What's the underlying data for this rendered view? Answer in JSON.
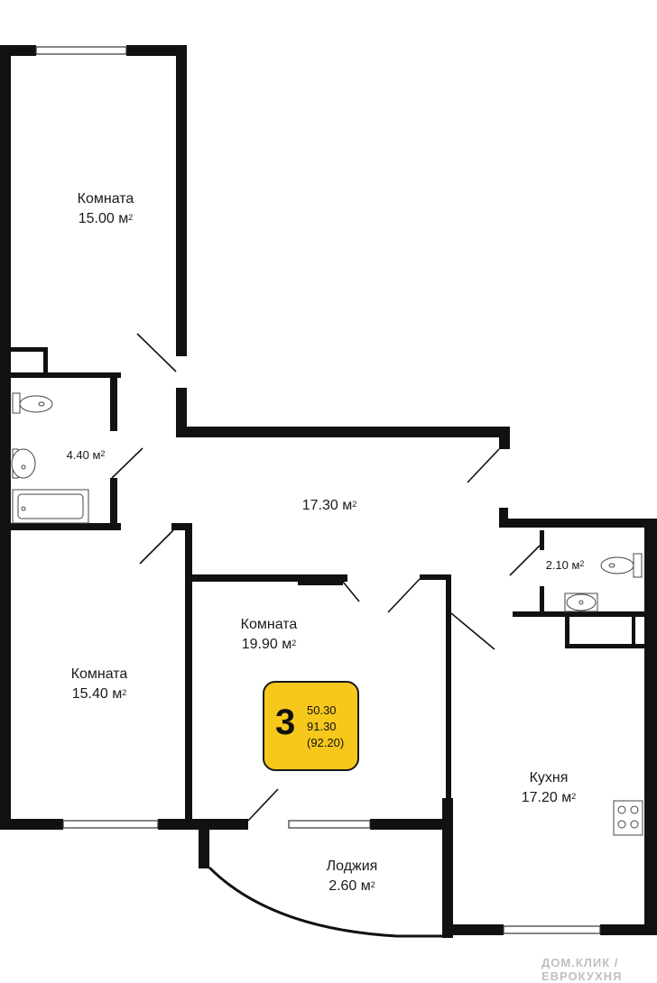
{
  "rooms": {
    "room1": {
      "name": "Комната",
      "area": "15.00 м",
      "sup": "2"
    },
    "wc": {
      "area": "4.40 м",
      "sup": "2"
    },
    "hall": {
      "area": "17.30 м",
      "sup": "2"
    },
    "wc2": {
      "area": "2.10 м",
      "sup": "2"
    },
    "room2": {
      "name": "Комната",
      "area": "19.90 м",
      "sup": "2"
    },
    "room3": {
      "name": "Комната",
      "area": "15.40 м",
      "sup": "2"
    },
    "kitchen": {
      "name": "Кухня",
      "area": "17.20 м",
      "sup": "2"
    },
    "loggia": {
      "name": "Лоджия",
      "area": "2.60 м",
      "sup": "2"
    }
  },
  "badge": {
    "rooms_count": "3",
    "living_area": "50.30",
    "total_area": "91.30",
    "total_with_loggia": "(92.20)",
    "color": "#f6c81c"
  },
  "watermark": "ДОМ.КЛИК / ЕВРОКУХНЯ"
}
